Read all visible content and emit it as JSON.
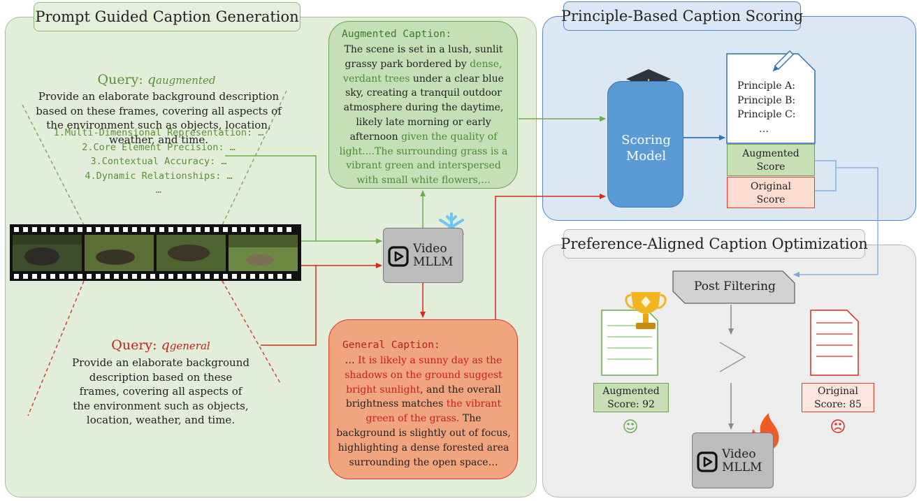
{
  "sections": {
    "generation_title": "Prompt Guided Caption Generation",
    "scoring_title": "Principle-Based Caption Scoring",
    "optimization_title": "Preference-Aligned Caption Optimization"
  },
  "query_augmented": {
    "label_prefix": "Query: ",
    "label_var": "q",
    "label_sub": "augmented",
    "text": "Provide an elaborate background description based on these frames, covering all aspects of the environment such as objects, location, weather, and time.",
    "items": [
      "1.Multi-Dimensional Representation: …",
      "2.Core Element Precision: …",
      "3.Contextual Accuracy: …",
      "4.Dynamic Relationships: …",
      "…"
    ]
  },
  "query_general": {
    "label_prefix": "Query: ",
    "label_var": "q",
    "label_sub": "general",
    "text": "Provide an elaborate background description based on these frames, covering all aspects of the environment such as objects, location, weather, and time."
  },
  "augmented_caption": {
    "title": "Augmented Caption:",
    "t1": "The scene is set in a lush, sunlit grassy park bordered by ",
    "h1": "dense, verdant trees",
    "t2": " under a clear blue sky, creating a tranquil outdoor atmosphere during the daytime, likely late morning or early afternoon ",
    "h2": "given the quality of light",
    "t3": "....The surrounding grass is a vibrant green and interspersed with small white flowers,..."
  },
  "general_caption": {
    "title": "General Caption:",
    "t0": "… ",
    "h1": "It is likely a sunny day as the shadows on the ground suggest bright sunlight",
    "t1": ", and the overall brightness matches ",
    "h2": "the vibrant green of the grass.",
    "t2": " The background is slightly out of focus, highlighting a dense forested area surrounding the open space…"
  },
  "video_mllm": {
    "line1": "Video",
    "line2": "MLLM"
  },
  "scoring_model": {
    "line1": "Scoring",
    "line2": "Model"
  },
  "principles": [
    "Principle A:",
    "Principle B:",
    "Principle C:",
    "…"
  ],
  "scores": {
    "augmented_line1": "Augmented",
    "augmented_line2": "Score",
    "original_line1": "Original",
    "original_line2": "Score"
  },
  "post_filtering": "Post Filtering",
  "results": {
    "augmented_line1": "Augmented",
    "augmented_line2": "Score: 92",
    "original_line1": "Original",
    "original_line2": "Score: 85",
    "comparison": ">"
  },
  "colors": {
    "green_panel": "#e2eed9",
    "blue_panel": "#dce7f4",
    "gray_panel": "#ededed",
    "green_arrow": "#6aab4a",
    "red_arrow": "#e0261b",
    "blue_arrow": "#2e6fb7",
    "scoring_model": "#5b9bd5"
  },
  "icons": [
    "film-strip-icon",
    "snowflake-icon",
    "play-icon",
    "graduation-cap-icon",
    "pencil-icon",
    "document-icon",
    "trophy-icon",
    "fire-icon",
    "smiley-icon",
    "frown-icon"
  ]
}
